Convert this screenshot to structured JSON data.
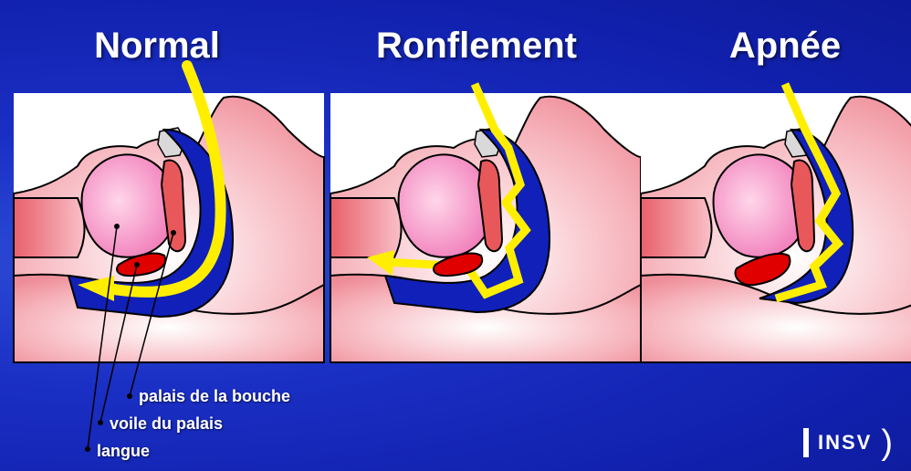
{
  "panels": [
    {
      "title": "Normal"
    },
    {
      "title": "Ronflement"
    },
    {
      "title": "Apnée"
    }
  ],
  "labels": {
    "palate": "palais de la bouche",
    "soft_palate": "voile du palais",
    "tongue": "langue"
  },
  "logo": {
    "text": "INSV"
  },
  "colors": {
    "background": "#1a2fc4",
    "airway": "#1020b8",
    "tissue": "#f6a7b0",
    "tongue": "#f48fc0",
    "soft_palate": "#e8585a",
    "red_structure": "#e00000",
    "airflow": "#ffee00",
    "tooth": "#d9d9d9"
  }
}
